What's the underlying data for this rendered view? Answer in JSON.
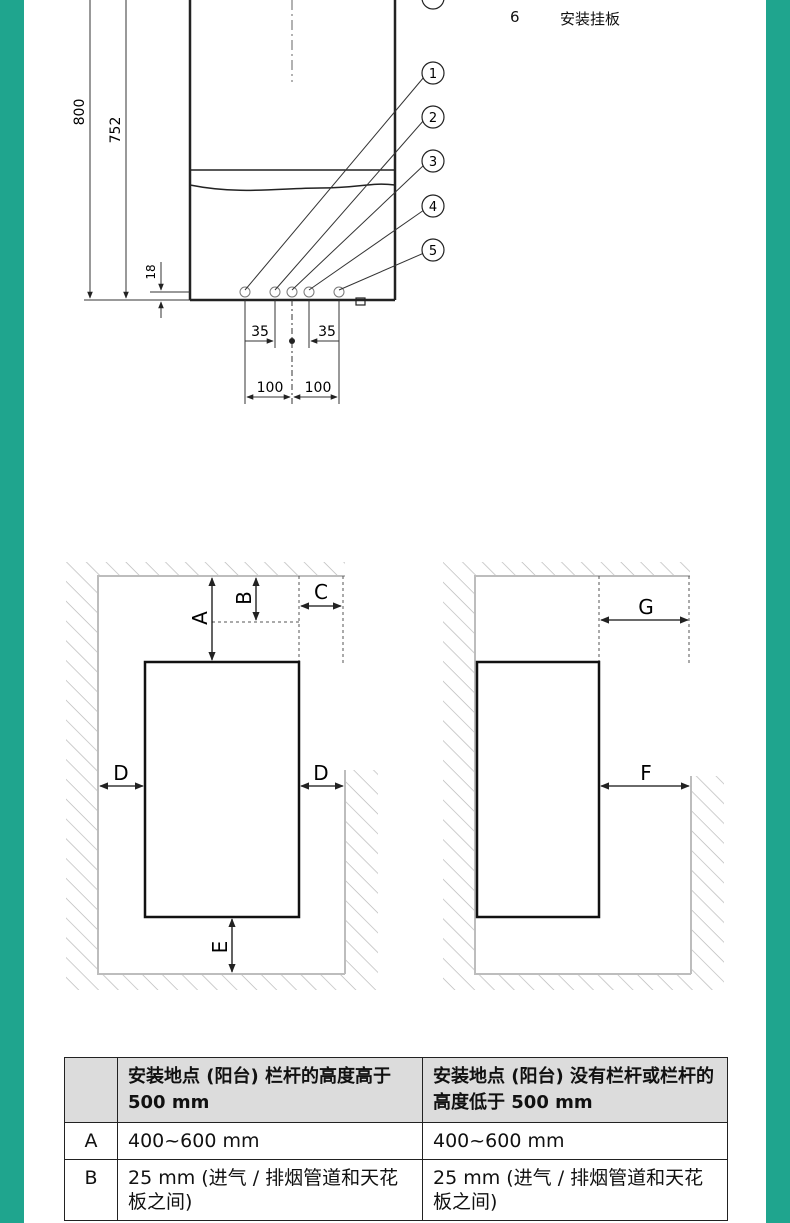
{
  "theme": {
    "accent": "#1fa58e"
  },
  "legend": {
    "number": "6",
    "text": "安装挂板"
  },
  "diagram_top": {
    "dim_total_height": "800",
    "dim_inner_height": "752",
    "dim_bottom_offset": "18",
    "dim_left_35": "35",
    "dim_right_35": "35",
    "dim_left_100": "100",
    "dim_right_100": "100",
    "callouts": [
      "1",
      "2",
      "3",
      "4",
      "5"
    ]
  },
  "diagram_clearance": {
    "labels": {
      "a": "A",
      "b": "B",
      "c": "C",
      "d_left": "D",
      "d_right": "D",
      "e": "E",
      "f": "F",
      "g": "G"
    }
  },
  "table": {
    "headers": [
      "",
      "安装地点 (阳台) 栏杆的高度高于500 mm",
      "安装地点 (阳台) 没有栏杆或栏杆的高度低于 500 mm"
    ],
    "rows": [
      {
        "key": "A",
        "col1": "400~600 mm",
        "col2": "400~600 mm"
      },
      {
        "key": "B",
        "col1": "25 mm (进气 / 排烟管道和天花板之间)",
        "col2": "25 mm (进气 / 排烟管道和天花板之间)"
      }
    ]
  }
}
